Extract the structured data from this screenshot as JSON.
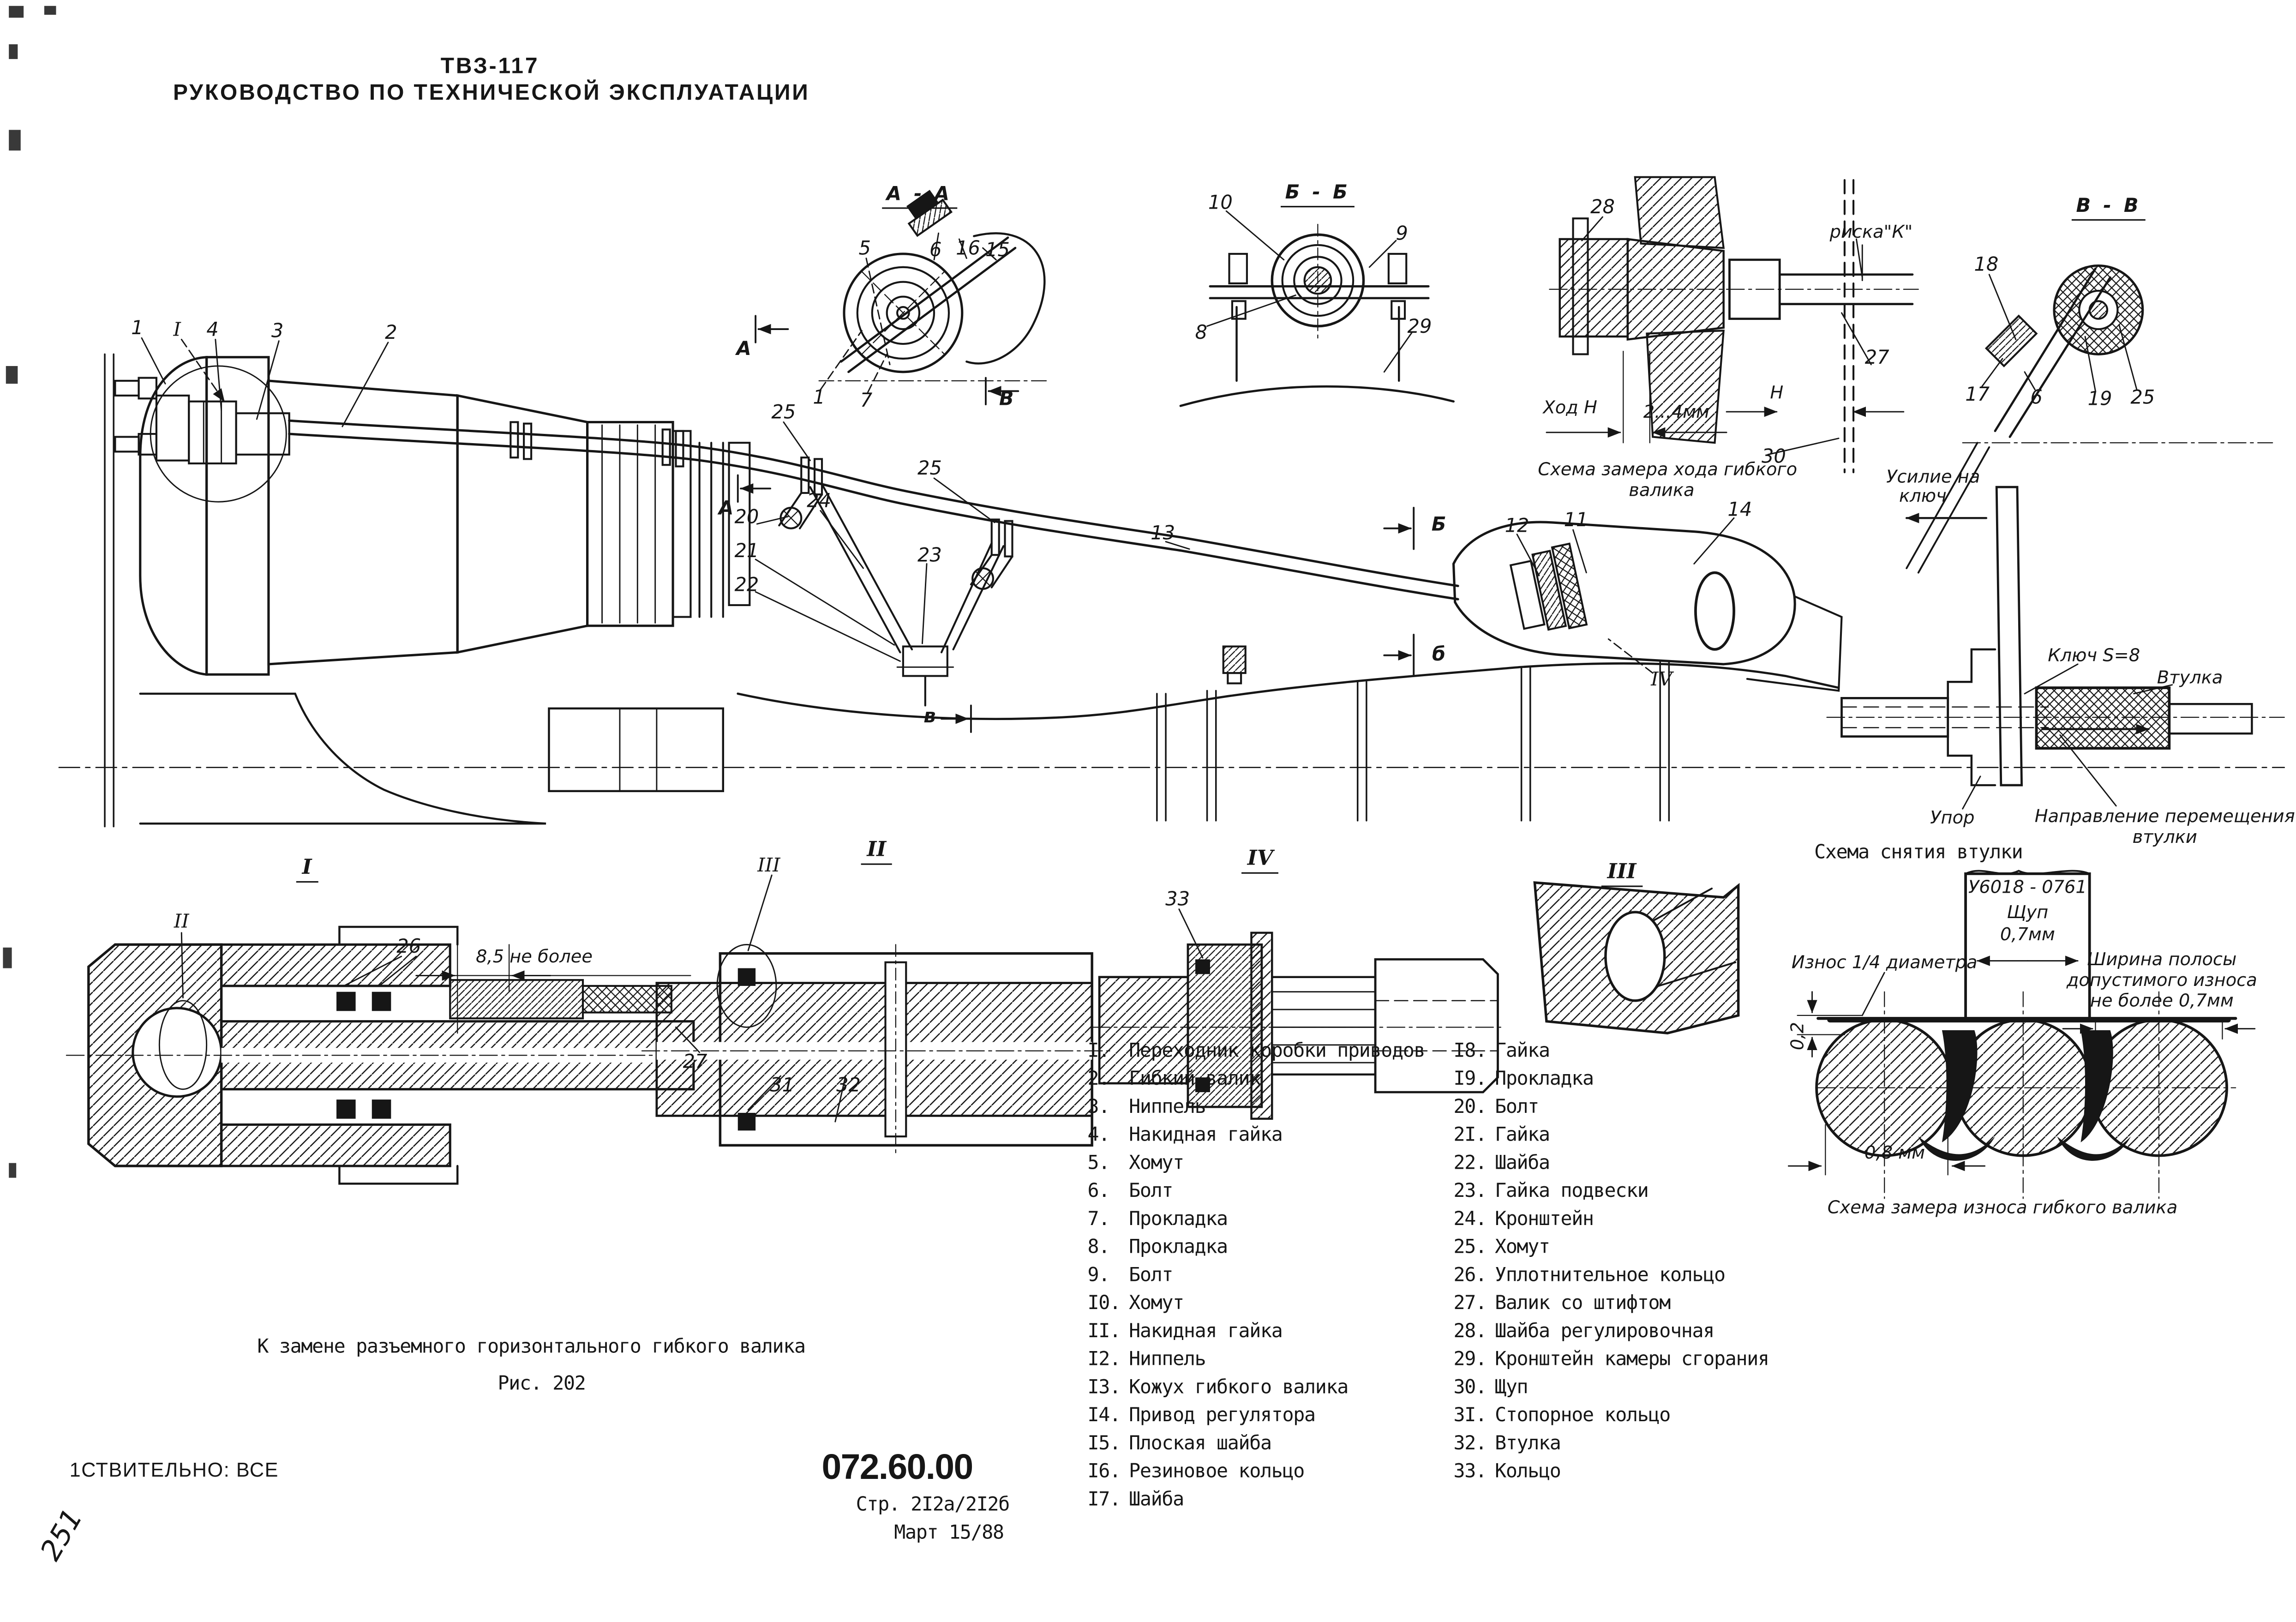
{
  "header": {
    "model": "ТВЗ-117",
    "title": "РУКОВОДСТВО ПО ТЕХНИЧЕСКОЙ ЭКСПЛУАТАЦИИ"
  },
  "figure": {
    "caption": "К замене разъемного горизонтального гибкого валика",
    "figure_number": "Рис. 202",
    "doc_number": "072.60.00",
    "page": "Стр. 2I2а/2I2б",
    "date": "Март 15/88",
    "effectivity": "1СТВИТЕЛЬНО: ВСЕ",
    "handwritten_page": "251"
  },
  "sections": {
    "aa": "А - А",
    "bb": "Б - Б",
    "vv": "В - В"
  },
  "view_labels": {
    "i": "I",
    "ii": "II",
    "iii": "III",
    "iv": "IV"
  },
  "section_marks": {
    "a": "А",
    "b": "Б",
    "b_small": "б",
    "v": "В",
    "v_small": "в"
  },
  "schemas": {
    "stroke": {
      "caption_line1": "Схема замера хода гибкого",
      "caption_line2": "валика",
      "mark": "риска\"К\"",
      "stroke_label": "Ход Н",
      "gap": "2...4мм",
      "h": "Н"
    },
    "removal": {
      "caption": "Схема снятия втулки",
      "force_line1": "Усилие на",
      "force_line2": "ключ",
      "wrench": "Ключ S=8",
      "bushing": "Втулка",
      "stop": "Упор",
      "direction_line1": "Направление перемещения",
      "direction_line2": "втулки"
    },
    "wear": {
      "caption": "Схема замера износа гибкого валика",
      "tool": "У6018 - 0761",
      "feeler_line1": "Щуп",
      "feeler_line2": "0,7мм",
      "wear_quarter": "Износ 1/4 диаметра",
      "band_line1": "Ширина полосы",
      "band_line2": "допустимого износа",
      "band_line3": "не более 0,7мм",
      "dim_02": "0,2",
      "dim_08": "0,8 мм"
    }
  },
  "dims": {
    "i_view": "8,5 не более"
  },
  "nums": {
    "1": "1",
    "2": "2",
    "3": "3",
    "4": "4",
    "5": "5",
    "6": "6",
    "7": "7",
    "8": "8",
    "9": "9",
    "10": "10",
    "11": "11",
    "12": "12",
    "13": "13",
    "14": "14",
    "15": "15",
    "16": "16",
    "17": "17",
    "18": "18",
    "19": "19",
    "20": "20",
    "21": "21",
    "22": "22",
    "23": "23",
    "24": "24",
    "25": "25",
    "26": "26",
    "27": "27",
    "28": "28",
    "29": "29",
    "30": "30",
    "31": "31",
    "32": "32",
    "33": "33"
  },
  "parts": {
    "col1": [
      {
        "num": "I.",
        "name": "Переходник коробки приводов"
      },
      {
        "num": "2.",
        "name": "Гибкий валик"
      },
      {
        "num": "3.",
        "name": "Ниппель"
      },
      {
        "num": "4.",
        "name": "Накидная гайка"
      },
      {
        "num": "5.",
        "name": "Хомут"
      },
      {
        "num": "6.",
        "name": "Болт"
      },
      {
        "num": "7.",
        "name": "Прокладка"
      },
      {
        "num": "8.",
        "name": "Прокладка"
      },
      {
        "num": "9.",
        "name": "Болт"
      },
      {
        "num": "I0.",
        "name": "Хомут"
      },
      {
        "num": "II.",
        "name": "Накидная гайка"
      },
      {
        "num": "I2.",
        "name": "Ниппель"
      },
      {
        "num": "I3.",
        "name": "Кожух гибкого валика"
      },
      {
        "num": "I4.",
        "name": "Привод регулятора"
      },
      {
        "num": "I5.",
        "name": "Плоская шайба"
      },
      {
        "num": "I6.",
        "name": "Резиновое кольцо"
      },
      {
        "num": "I7.",
        "name": "Шайба"
      }
    ],
    "col2": [
      {
        "num": "I8.",
        "name": "Гайка"
      },
      {
        "num": "I9.",
        "name": "Прокладка"
      },
      {
        "num": "20.",
        "name": "Болт"
      },
      {
        "num": "2I.",
        "name": "Гайка"
      },
      {
        "num": "22.",
        "name": "Шайба"
      },
      {
        "num": "23.",
        "name": "Гайка подвески"
      },
      {
        "num": "24.",
        "name": "Кронштейн"
      },
      {
        "num": "25.",
        "name": "Хомут"
      },
      {
        "num": "26.",
        "name": "Уплотнительное кольцо"
      },
      {
        "num": "27.",
        "name": "Валик со штифтом"
      },
      {
        "num": "28.",
        "name": "Шайба регулировочная"
      },
      {
        "num": "29.",
        "name": "Кронштейн камеры сгорания"
      },
      {
        "num": "30.",
        "name": "Щуп"
      },
      {
        "num": "3I.",
        "name": "Стопорное кольцо"
      },
      {
        "num": "32.",
        "name": "Втулка"
      },
      {
        "num": "33.",
        "name": "Кольцо"
      }
    ]
  }
}
